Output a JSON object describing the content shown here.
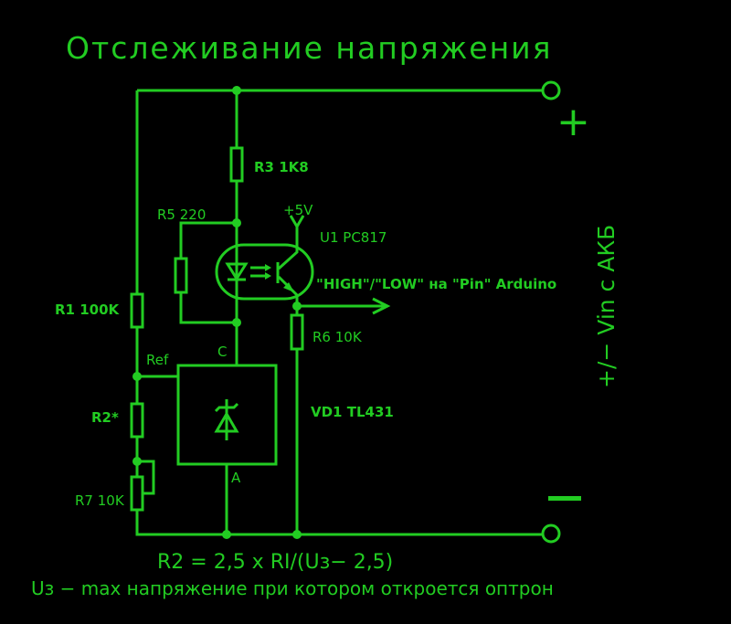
{
  "title": "Отслеживание напряжения",
  "labels": {
    "r1": "R1 100K",
    "r2": "R2*",
    "r3": "R3 1K8",
    "r5": "R5 220",
    "r6": "R6 10K",
    "r7": "R7 10K",
    "u1": "U1  PC817",
    "vcc": "+5V",
    "output": "\"HIGH\"/\"LOW\" на \"Pin\" Arduino",
    "vd1": "VD1 TL431",
    "ref": "Ref",
    "cathode": "C",
    "anode": "A",
    "plus": "+",
    "minus": "−",
    "vin": "+/− Vin с АКБ"
  },
  "formula": "R2 = 2,5 x RI/(Uз− 2,5)",
  "note": "Uз − max напряжение при котором  откроется оптрон",
  "colors": {
    "trace": "#22cc22",
    "background": "#000000"
  }
}
